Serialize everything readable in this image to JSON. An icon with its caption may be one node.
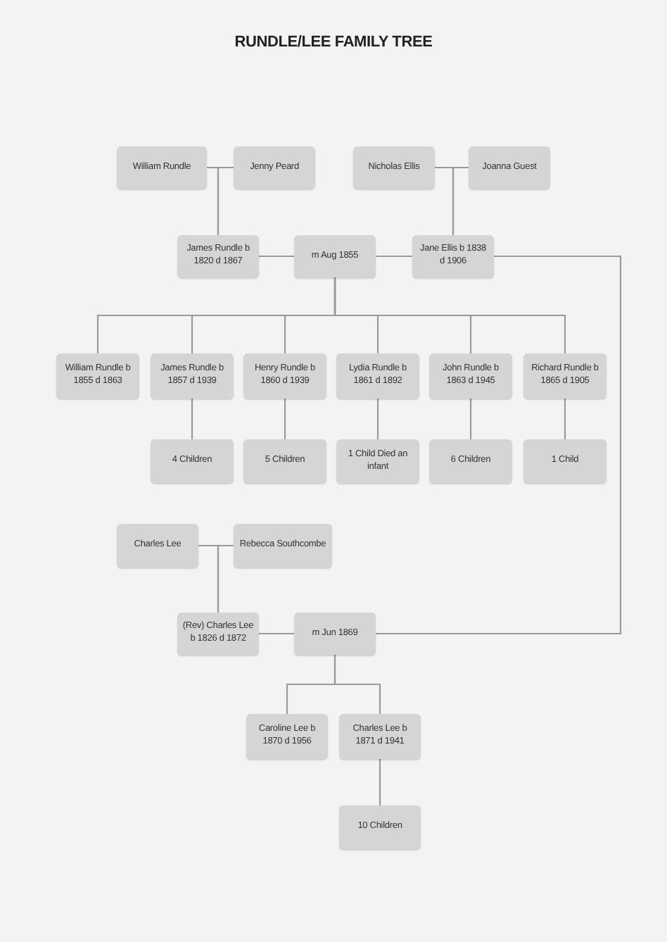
{
  "diagram": {
    "title": "RUNDLE/LEE FAMILY TREE",
    "nodes": [
      {
        "text": [
          "William Rundle"
        ]
      },
      {
        "text": [
          "Jenny Peard"
        ]
      },
      {
        "text": [
          "Nicholas Ellis"
        ]
      },
      {
        "text": [
          "Joanna Guest"
        ]
      },
      {
        "text": [
          "James Rundle b 1820  d 1867"
        ]
      },
      {
        "text": [
          "m Aug 1855"
        ]
      },
      {
        "text": [
          "Jane Ellis b 1838  d 1906"
        ]
      },
      {
        "text": [
          "William Rundle b 1855  d 1863"
        ]
      },
      {
        "text": [
          "James Rundle b 1857  d 1939"
        ]
      },
      {
        "text": [
          "Henry Rundle b 1860  d 1939"
        ]
      },
      {
        "text": [
          "Lydia Rundle b 1861  d 1892"
        ]
      },
      {
        "text": [
          "John Rundle b 1863  d 1945"
        ]
      },
      {
        "text": [
          "Richard Rundle b 1865  d 1905"
        ]
      },
      {
        "text": [
          "4 Children"
        ]
      },
      {
        "text": [
          "5 Children"
        ]
      },
      {
        "text": [
          "1 Child Died an infant"
        ]
      },
      {
        "text": [
          "6 Children"
        ]
      },
      {
        "text": [
          "1 Child"
        ]
      },
      {
        "text": [
          "Charles Lee"
        ]
      },
      {
        "text": [
          "Rebecca Southcombe"
        ]
      },
      {
        "text": [
          "(Rev) Charles Lee b 1826  d 1872"
        ]
      },
      {
        "text": [
          "m Jun 1869"
        ]
      },
      {
        "text": [
          "Caroline Lee b 1870  d 1956"
        ]
      },
      {
        "text": [
          "Charles Lee b 1871  d 1941"
        ]
      },
      {
        "text": [
          "10 Children"
        ]
      }
    ],
    "edges": [
      {
        "from": 0,
        "to": 4,
        "arrow": "none"
      },
      {
        "from": 1,
        "to": 4,
        "arrow": "none"
      },
      {
        "from": 2,
        "to": 6,
        "arrow": "none"
      },
      {
        "from": 3,
        "to": 6,
        "arrow": "none"
      },
      {
        "from": 4,
        "to": 5,
        "arrow": "none"
      },
      {
        "from": 5,
        "to": 6,
        "arrow": "none"
      },
      {
        "from": 5,
        "to": 7,
        "arrow": "none"
      },
      {
        "from": 5,
        "to": 8,
        "arrow": "none"
      },
      {
        "from": 5,
        "to": 9,
        "arrow": "none"
      },
      {
        "from": 5,
        "to": 10,
        "arrow": "none"
      },
      {
        "from": 5,
        "to": 11,
        "arrow": "none"
      },
      {
        "from": 5,
        "to": 12,
        "arrow": "none"
      },
      {
        "from": 8,
        "to": 13,
        "arrow": "none"
      },
      {
        "from": 9,
        "to": 14,
        "arrow": "none"
      },
      {
        "from": 10,
        "to": 15,
        "arrow": "none"
      },
      {
        "from": 11,
        "to": 16,
        "arrow": "none"
      },
      {
        "from": 12,
        "to": 17,
        "arrow": "none"
      },
      {
        "from": 6,
        "to": 21,
        "arrow": "none"
      },
      {
        "from": 18,
        "to": 20,
        "arrow": "none"
      },
      {
        "from": 19,
        "to": 20,
        "arrow": "none"
      },
      {
        "from": 20,
        "to": 21,
        "arrow": "none"
      },
      {
        "from": 21,
        "to": 22,
        "arrow": "none"
      },
      {
        "from": 21,
        "to": 23,
        "arrow": "none"
      },
      {
        "from": 23,
        "to": 24,
        "arrow": "none"
      }
    ]
  }
}
